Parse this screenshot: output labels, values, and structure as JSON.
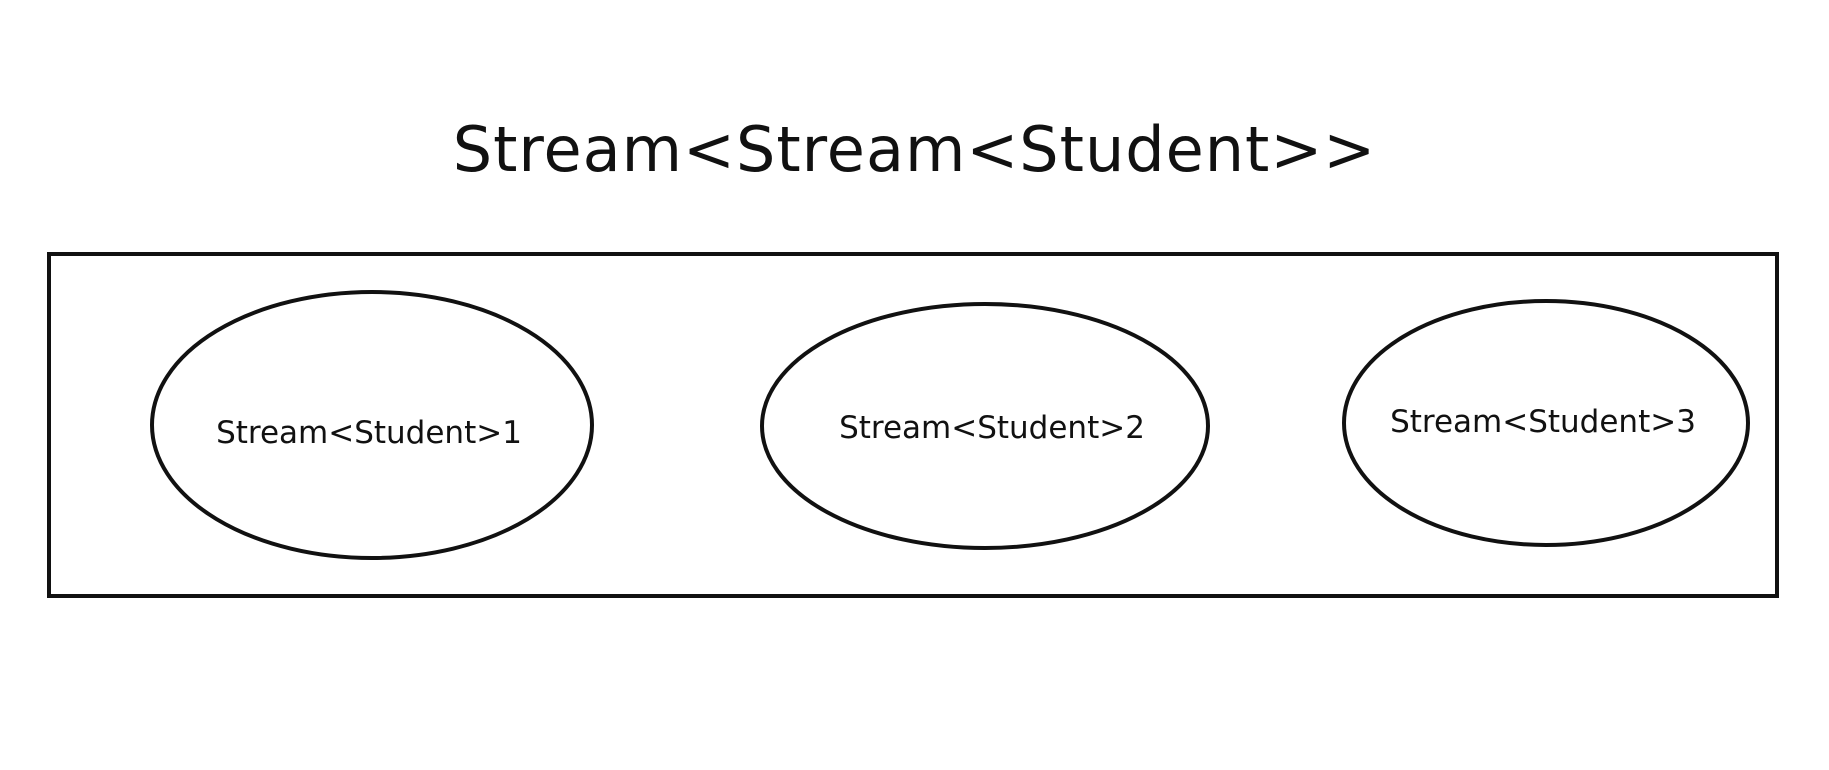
{
  "diagram": {
    "title": "Stream<Stream<Student>>",
    "nodes": [
      {
        "label": "Stream<Student>1"
      },
      {
        "label": "Stream<Student>2"
      },
      {
        "label": "Stream<Student>3"
      }
    ],
    "colors": {
      "stroke": "#111111",
      "background": "#ffffff",
      "text": "#111111"
    }
  }
}
